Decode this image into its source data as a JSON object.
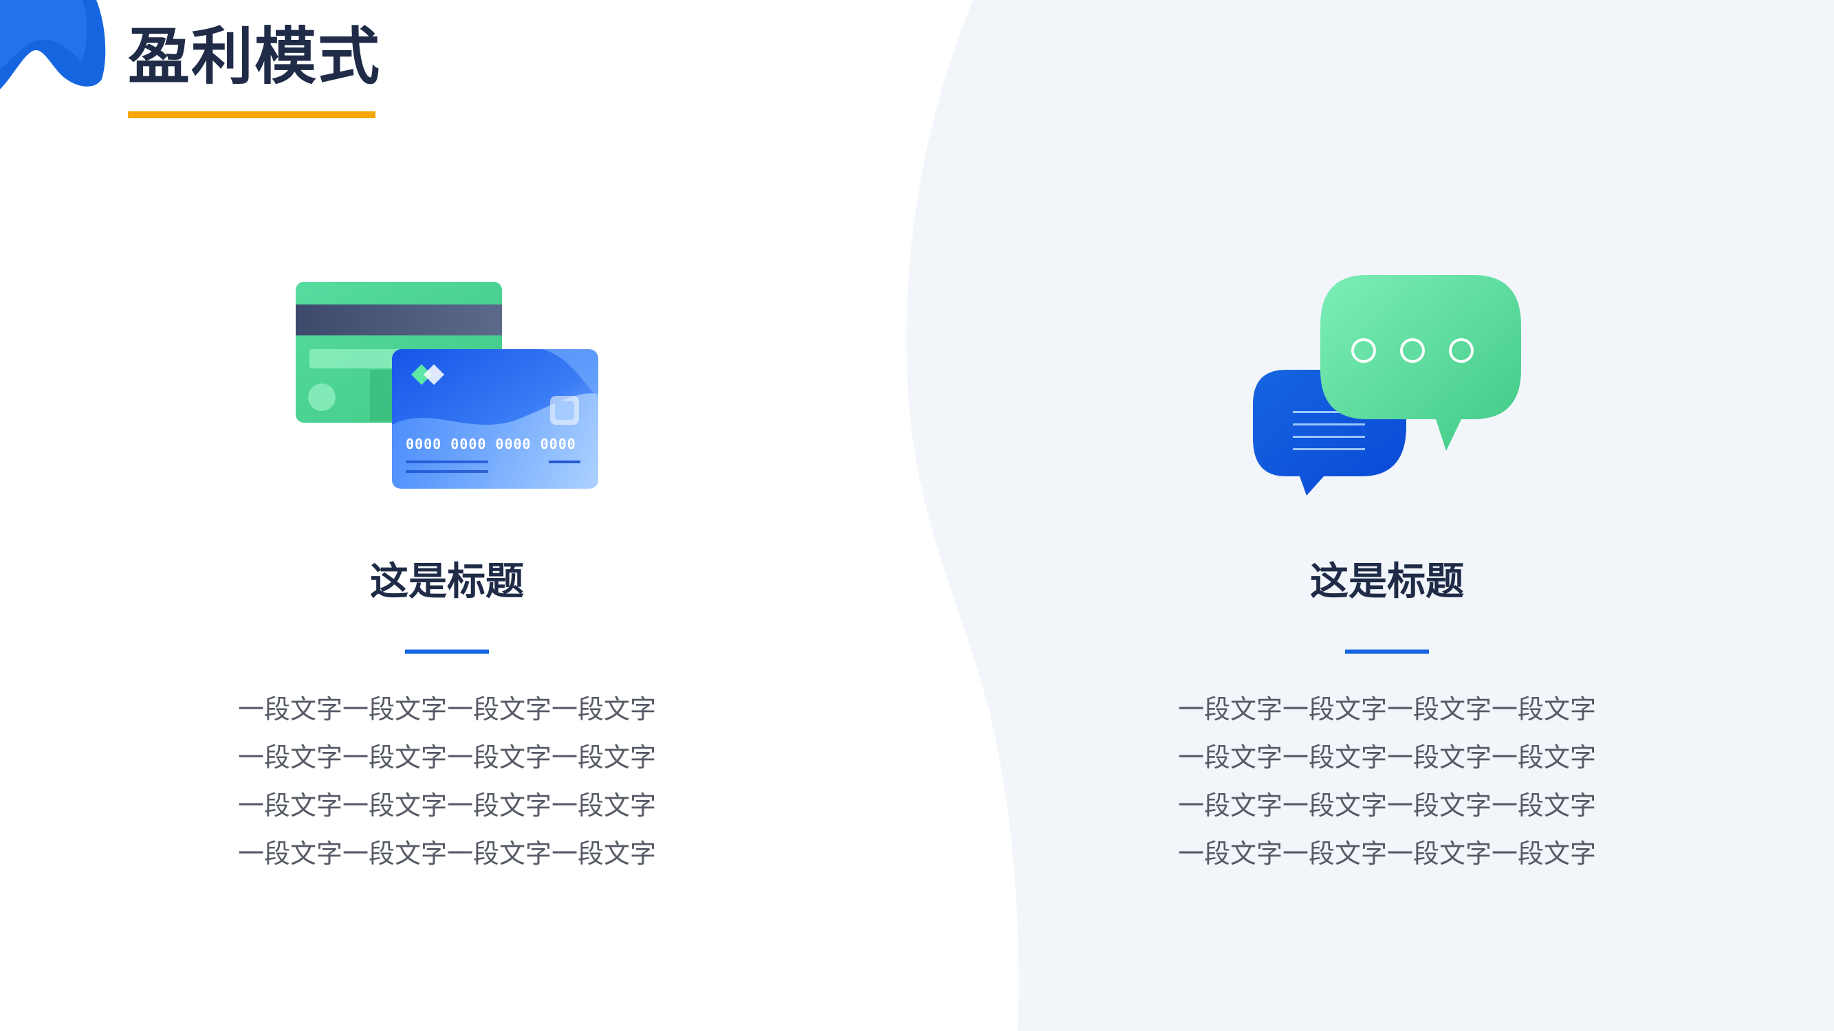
{
  "page": {
    "title": "盈利模式"
  },
  "colors": {
    "accent_blue": "#1565e0",
    "accent_orange": "#f5a608",
    "accent_green": "#4fd18e",
    "heading": "#1f2b47",
    "body_text": "#555a64",
    "panel_bg": "#f2f6fa"
  },
  "sections": [
    {
      "icon": "credit-card-icon",
      "heading": "这是标题",
      "card_numbers": "0000 0000 0000 0000",
      "lines": [
        "一段文字一段文字一段文字一段文字",
        "一段文字一段文字一段文字一段文字",
        "一段文字一段文字一段文字一段文字",
        "一段文字一段文字一段文字一段文字"
      ]
    },
    {
      "icon": "chat-bubbles-icon",
      "heading": "这是标题",
      "lines": [
        "一段文字一段文字一段文字一段文字",
        "一段文字一段文字一段文字一段文字",
        "一段文字一段文字一段文字一段文字",
        "一段文字一段文字一段文字一段文字"
      ]
    }
  ]
}
